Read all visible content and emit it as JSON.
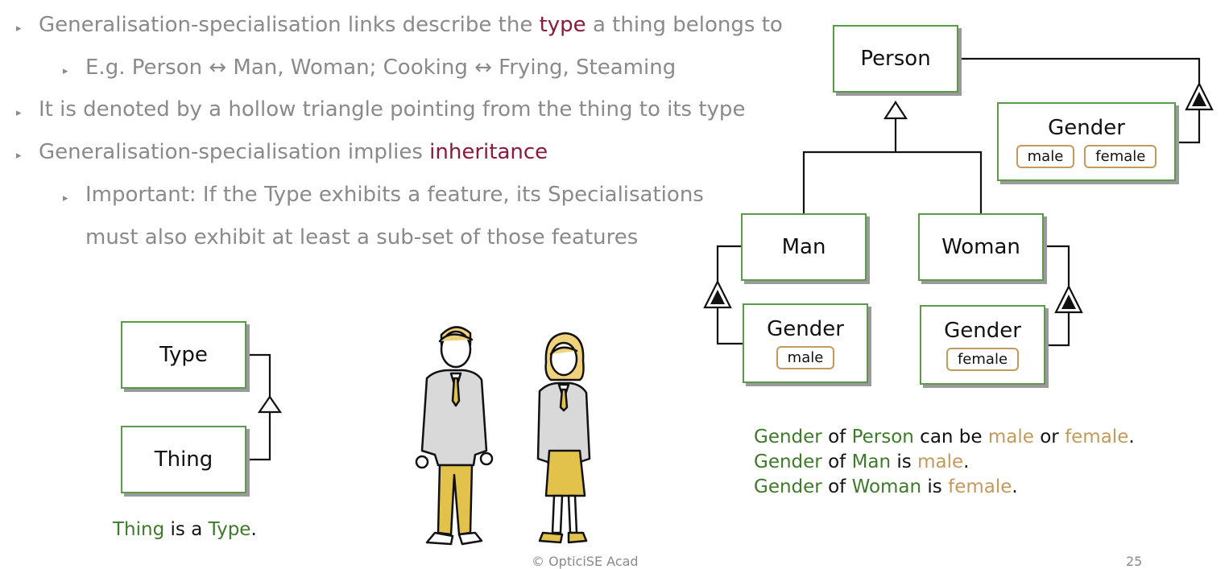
{
  "bullets": {
    "b1_pre": "Generalisation-specialisation links describe the ",
    "b1_hl": "type",
    "b1_post": " a thing belongs to",
    "b1a": "E.g. Person ↔ Man, Woman; Cooking ↔ Frying, Steaming",
    "b2": "It is denoted by a hollow triangle pointing from the thing to its type",
    "b3_pre": "Generalisation-specialisation implies ",
    "b3_hl": "inheritance",
    "b3a_line1": "Important: If the Type exhibits a feature, its Specialisations",
    "b3a_line2": "must also exhibit at least a sub-set of those features",
    "marker": "▸"
  },
  "left_diagram": {
    "type_label": "Type",
    "thing_label": "Thing",
    "caption": {
      "thing": "Thing",
      "is_a": " is a ",
      "type": "Type",
      "end": "."
    }
  },
  "right_diagram": {
    "person": "Person",
    "man": "Man",
    "woman": "Woman",
    "gender": "Gender",
    "male": "male",
    "female": "female"
  },
  "captions": {
    "gender": "Gender",
    "of": " of ",
    "person": "Person",
    "can_be": " can be ",
    "or": " or ",
    "man": "Man",
    "woman": "Woman",
    "is": " is ",
    "male": "male",
    "female": "female",
    "dot": "."
  },
  "footer": {
    "copyright": "© OpticiSE Acad",
    "page": "25"
  },
  "colors": {
    "box_border": "#5a9a48",
    "green_text": "#3d7a2a",
    "chip_border": "#c29a5b",
    "highlight": "#8b1a3a",
    "bullet_text": "#8a8a8a"
  }
}
